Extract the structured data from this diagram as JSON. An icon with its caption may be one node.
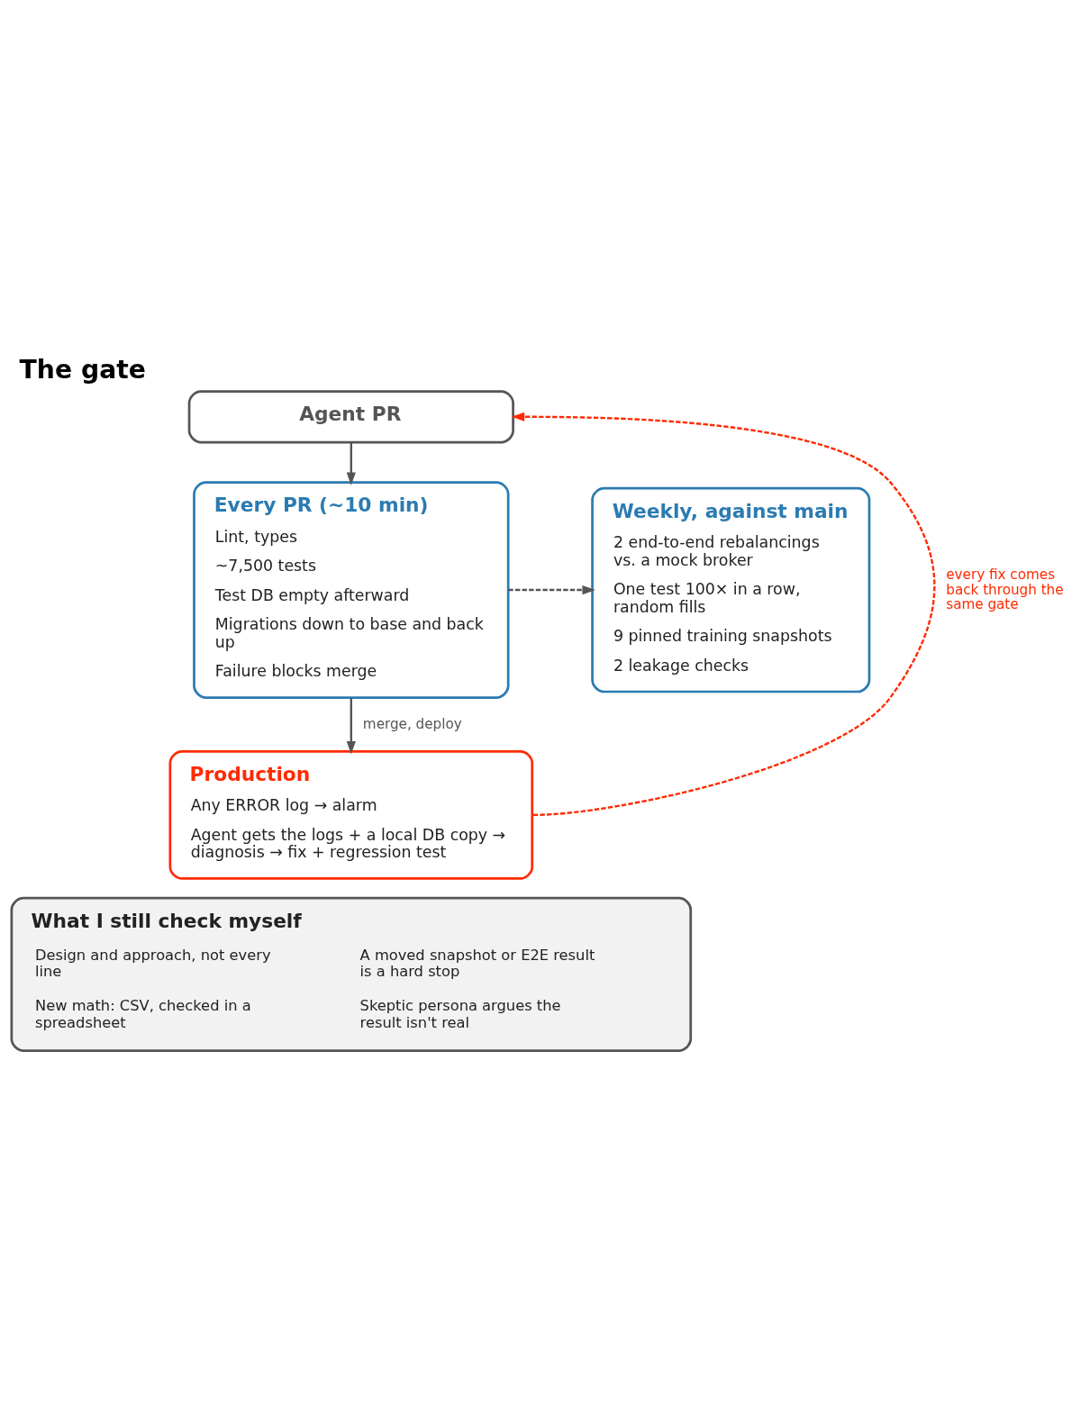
{
  "diagram": {
    "title": "The gate",
    "nodes": [
      {
        "text": [
          "Agent PR"
        ]
      },
      {
        "text": [
          "Every PR (~10 min)",
          "Lint, types",
          "~7,500 tests",
          "Test DB empty afterward",
          "Migrations down to base and back up",
          "Failure blocks merge"
        ]
      },
      {
        "text": [
          "Weekly, against main",
          "2 end-to-end rebalancings vs. a mock broker",
          "One test 100× in a row, random fills",
          "9 pinned training snapshots",
          "2 leakage checks"
        ]
      },
      {
        "text": [
          "Production",
          "Any ERROR log → alarm",
          "Agent gets the logs + a local DB copy → diagnosis → fix + regression test"
        ]
      },
      {
        "text": [
          "What I still check myself",
          "Design and approach, not every line",
          "A moved snapshot or E2E result is a hard stop",
          "New math: CSV, checked in a spreadsheet",
          "Skeptic persona argues the result isn't real"
        ]
      }
    ],
    "edges": [
      {
        "from": 0,
        "to": 1,
        "arrow": "to"
      },
      {
        "from": 1,
        "to": 2,
        "arrow": "to",
        "style": "dashed"
      },
      {
        "from": 1,
        "to": 3,
        "arrow": "to",
        "label": "merge, deploy"
      },
      {
        "from": 3,
        "to": 0,
        "arrow": "to",
        "style": "dashed",
        "color": "#ff2a00",
        "label": "every fix comes back through the same gate"
      }
    ]
  }
}
